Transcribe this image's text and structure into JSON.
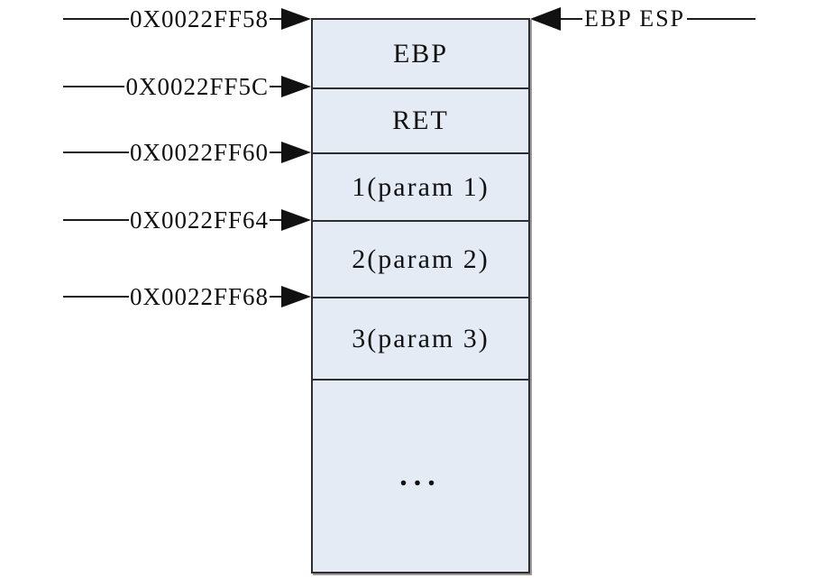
{
  "diagram": {
    "stack_cells": [
      {
        "label": "EBP"
      },
      {
        "label": "RET"
      },
      {
        "label": "1(param 1)"
      },
      {
        "label": "2(param 2)"
      },
      {
        "label": "3(param 3)"
      },
      {
        "label": "..."
      }
    ],
    "addresses": [
      {
        "label": "0X0022FF58"
      },
      {
        "label": "0X0022FF5C"
      },
      {
        "label": "0X0022FF60"
      },
      {
        "label": "0X0022FF64"
      },
      {
        "label": "0X0022FF68"
      }
    ],
    "pointer": {
      "label": "EBP ESP"
    },
    "colors": {
      "cell_fill": "#e4ebf5",
      "line": "#1c1c1c",
      "arrow": "#111111",
      "border": "#2e2e2e"
    }
  }
}
